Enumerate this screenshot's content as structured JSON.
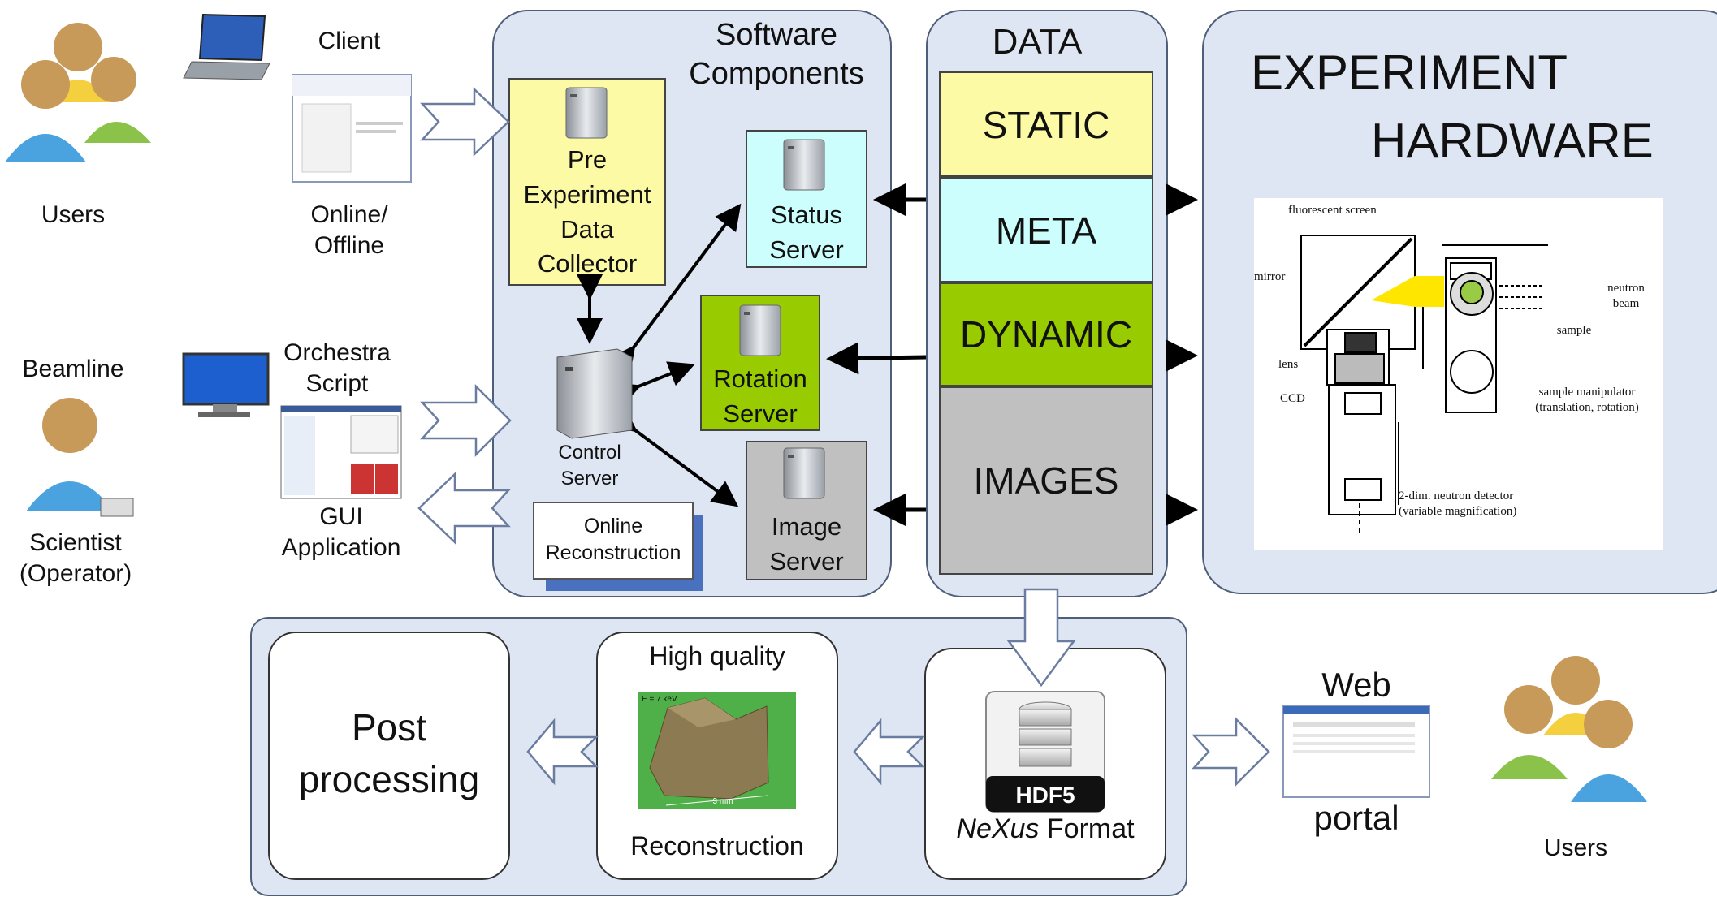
{
  "left": {
    "users_label": "Users",
    "client_label": "Client",
    "online_offline_label": "Online/\nOffline",
    "beamline_label": "Beamline",
    "scientist_label": "Scientist\n(Operator)",
    "orchestra_label": "Orchestra\nScript",
    "gui_label": "GUI\nApplication"
  },
  "software": {
    "title": "Software\nComponents",
    "pre_collector": "Pre\nExperiment\nData\nCollector",
    "status_server": "Status\nServer",
    "rotation_server": "Rotation\nServer",
    "control_server": "Control\nServer",
    "image_server": "Image\nServer",
    "online_reconstruction": "Online\nReconstruction"
  },
  "data": {
    "title": "DATA",
    "static": "STATIC",
    "meta": "META",
    "dynamic": "DYNAMIC",
    "images": "IMAGES"
  },
  "hardware": {
    "title_line1": "EXPERIMENT",
    "title_line2": "HARDWARE",
    "labels": {
      "fluorescent_screen": "fluorescent screen",
      "mirror": "mirror",
      "lens": "lens",
      "ccd": "CCD",
      "neutron_beam": "neutron\nbeam",
      "sample": "sample",
      "sample_manipulator": "sample manipulator\n(translation, rotation)",
      "detector": "2-dim. neutron detector\n(variable magnification)"
    }
  },
  "bottom": {
    "post_processing": "Post\nprocessing",
    "high_quality": "High quality",
    "reconstruction": "Reconstruction",
    "recon_image_energy": "E = 7 keV",
    "recon_image_scale": "3 mm",
    "hdf5_label": "HDF5",
    "nexus_italic": "NeXus",
    "nexus_rest": " Format",
    "web_label": "Web",
    "portal_label": "portal",
    "users_label": "Users"
  },
  "colors": {
    "panel": "#dfe6f3",
    "static": "#fdfaa6",
    "meta": "#ccfefe",
    "dynamic": "#99cc00",
    "images": "#c0c0c0",
    "status": "#ccfefe",
    "rotation": "#99cc00",
    "image_server": "#c0c0c0",
    "pre_collector": "#fdfaa6",
    "online_recon_shadow": "#4a70c0"
  }
}
